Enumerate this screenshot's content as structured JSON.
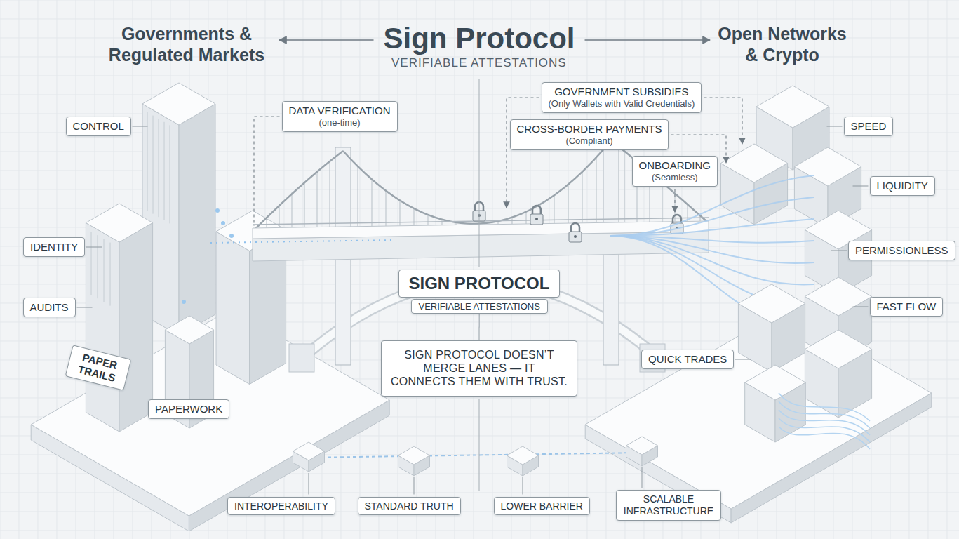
{
  "diagram": {
    "title": "Sign Protocol",
    "nodes": [
      {
        "text": [
          "CONTROL"
        ]
      },
      {
        "text": [
          "IDENTITY"
        ]
      },
      {
        "text": [
          "AUDITS"
        ]
      },
      {
        "text": [
          "PAPER TRAILS"
        ]
      },
      {
        "text": [
          "PAPERWORK"
        ]
      },
      {
        "text": [
          "DATA VERIFICATION",
          "(one-time)"
        ]
      },
      {
        "text": [
          "GOVERNMENT SUBSIDIES",
          "(Only Wallets with Valid Credentials)"
        ]
      },
      {
        "text": [
          "CROSS-BORDER PAYMENTS",
          "(Compliant)"
        ]
      },
      {
        "text": [
          "ONBOARDING",
          "(Seamless)"
        ]
      },
      {
        "text": [
          "SPEED"
        ]
      },
      {
        "text": [
          "LIQUIDITY"
        ]
      },
      {
        "text": [
          "PERMISSIONLESS"
        ]
      },
      {
        "text": [
          "FAST FLOW"
        ]
      },
      {
        "text": [
          "QUICK TRADES"
        ]
      },
      {
        "text": [
          "SIGN PROTOCOL"
        ]
      },
      {
        "text": [
          "VERIFIABLE ATTESTATIONS"
        ]
      },
      {
        "text": [
          "SIGN PROTOCOL DOESN’T MERGE LANES — IT CONNECTS THEM WITH TRUST."
        ]
      },
      {
        "text": [
          "INTEROPERABILITY"
        ]
      },
      {
        "text": [
          "STANDARD TRUTH"
        ]
      },
      {
        "text": [
          "LOWER BARRIER"
        ]
      },
      {
        "text": [
          "SCALABLE INFRASTRUCTURE"
        ]
      }
    ],
    "edges": [
      {
        "from": 15,
        "to": 16,
        "arrow": "none"
      }
    ],
    "labels": [
      "VERIFIABLE ATTESTATIONS",
      "Governments & Regulated Markets",
      "Open Networks & Crypto"
    ]
  }
}
